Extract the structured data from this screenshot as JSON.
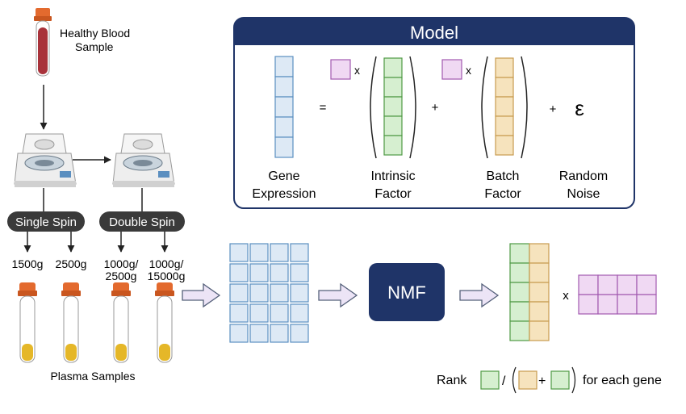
{
  "sample": {
    "label_line1": "Healthy Blood",
    "label_line2": "Sample"
  },
  "spins": {
    "single": "Single Spin",
    "double": "Double Spin"
  },
  "speeds": [
    {
      "line1": "1500g",
      "line2": ""
    },
    {
      "line1": "2500g",
      "line2": ""
    },
    {
      "line1": "1000g/",
      "line2": "2500g"
    },
    {
      "line1": "1000g/",
      "line2": "15000g"
    }
  ],
  "plasma_label": "Plasma Samples",
  "model": {
    "title": "Model",
    "equals": "=",
    "times": "x",
    "plus": "+",
    "epsilon": "ε",
    "terms": [
      {
        "line1": "Gene",
        "line2": "Expression"
      },
      {
        "line1": "Intrinsic",
        "line2": "Factor"
      },
      {
        "line1": "Batch",
        "line2": "Factor"
      },
      {
        "line1": "Random",
        "line2": "Noise"
      }
    ]
  },
  "nmf": {
    "label": "NMF",
    "times": "x"
  },
  "rank": {
    "prefix": "Rank",
    "slash": "/",
    "plus": "+",
    "suffix": "for each gene"
  },
  "colors": {
    "blue_fill": "#dde9f5",
    "blue_stroke": "#5b8fc0",
    "green_fill": "#d6efd0",
    "green_stroke": "#4f9a45",
    "tan_fill": "#f6e3bd",
    "tan_stroke": "#c79b4f",
    "purple_fill": "#f0d9f3",
    "purple_stroke": "#a25ab0",
    "navy": "#1f3468",
    "tube_cap": "#e36a2e",
    "blood": "#a8323a",
    "plasma": "#e5b728"
  },
  "icons": [
    "blood-tube-icon",
    "centrifuge-icon",
    "plasma-tube-icon",
    "arrow-icon"
  ]
}
